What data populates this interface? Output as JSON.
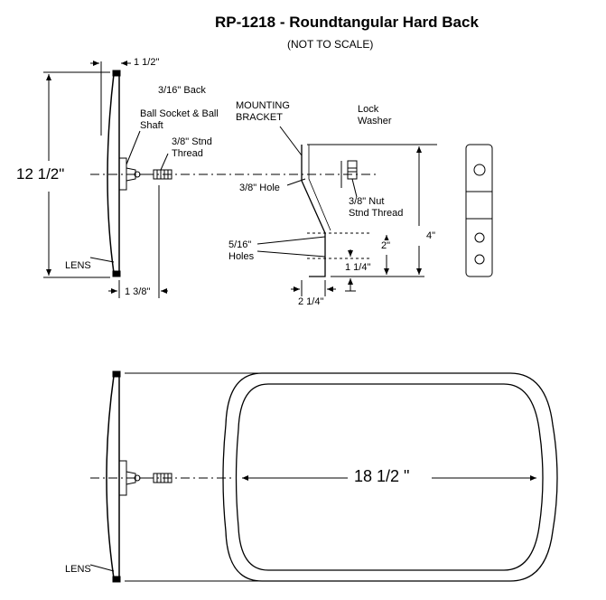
{
  "title": "RP-1218 - Roundtangular Hard Back",
  "subtitle": "(NOT TO SCALE)",
  "side_view": {
    "dim_top": "1 1/2\"",
    "dim_height": "12 1/2\"",
    "back_label": "3/16\" Back",
    "ball_socket_line1": "Ball Socket & Ball",
    "ball_socket_line2": "Shaft",
    "thread_line1": "3/8\" Stnd",
    "thread_line2": "Thread",
    "lens_label": "LENS",
    "dim_bottom": "1 3/8\""
  },
  "bracket": {
    "mounting_line1": "MOUNTING",
    "mounting_line2": "BRACKET",
    "lock_line1": "Lock",
    "lock_line2": "Washer",
    "hole_label": "3/8\" Hole",
    "nut_line1": "3/8\" Nut",
    "nut_line2": "Stnd Thread",
    "holes_line1": "5/16\"",
    "holes_line2": "Holes",
    "dim_2": "2\"",
    "dim_4": "4\"",
    "dim_1_1_4": "1 1/4\"",
    "dim_2_1_4": "2 1/4\""
  },
  "bottom_view": {
    "width_label": "18 1/2 \"",
    "lens_label": "LENS"
  }
}
